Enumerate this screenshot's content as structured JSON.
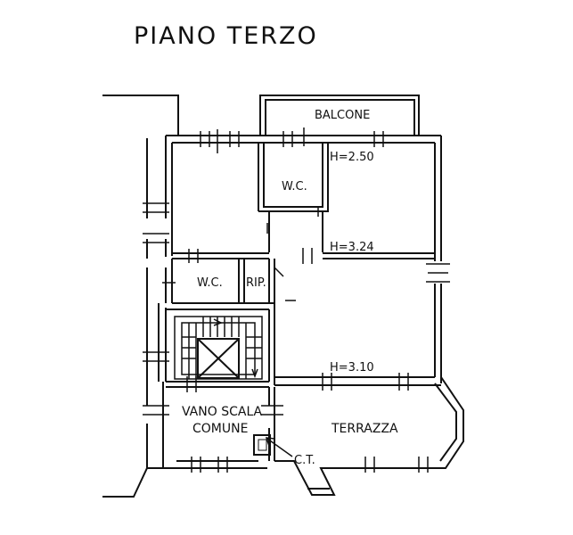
{
  "title": "PIANO TERZO",
  "rooms": {
    "balcone": "BALCONE",
    "wc_upper": "W.C.",
    "wc_lower": "W.C.",
    "rip": "RIP.",
    "vano_line1": "VANO SCALA",
    "vano_line2": "COMUNE",
    "terrazza": "TERRAZZA",
    "ct": "C.T."
  },
  "heights": {
    "upper_right": "H=2.50",
    "middle_right": "H=3.24",
    "lower_right": "H=3.10"
  }
}
